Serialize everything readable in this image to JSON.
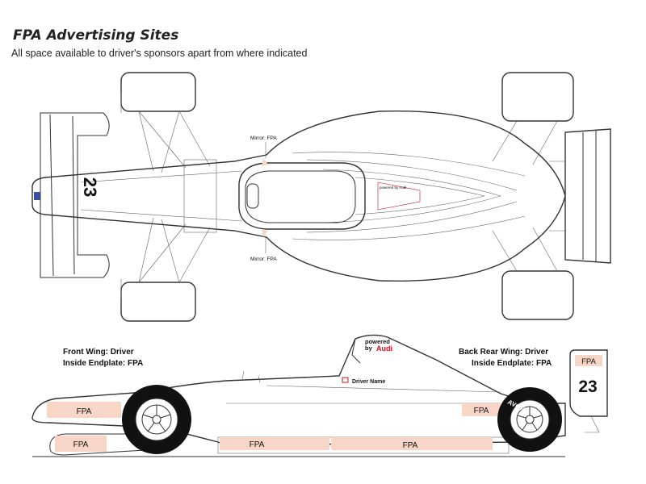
{
  "header": {
    "title": "FPA Advertising Sites",
    "subtitle": "All space available to driver's sponsors apart from where indicated"
  },
  "top_view": {
    "mirror_top_label": "Mirror: FPA",
    "mirror_bottom_label": "Mirror: FPA",
    "car_number": "23",
    "nose_brand": "powered by Audi"
  },
  "side_view": {
    "front_wing_label_1": "Front Wing: Driver",
    "front_wing_label_2": "Inside Endplate: FPA",
    "rear_wing_label_1": "Back Rear Wing: Driver",
    "rear_wing_label_2": "Inside Endplate: FPA",
    "powered_by_1": "powered",
    "powered_by_2": "by",
    "audi": "Audi",
    "driver_name": "Driver Name",
    "car_number": "23",
    "endplate_fpa": "FPA",
    "nose_fpa": "FPA",
    "front_wing_fpa": "FPA",
    "sidepod_fpa": "FPA",
    "floor_fpa_left": "FPA",
    "floor_fpa_right": "FPA",
    "tyre_brand": "AVON"
  },
  "colors": {
    "fpa_box": "#f8d6c7",
    "audi_red": "#cc1122",
    "line": "#333333"
  }
}
